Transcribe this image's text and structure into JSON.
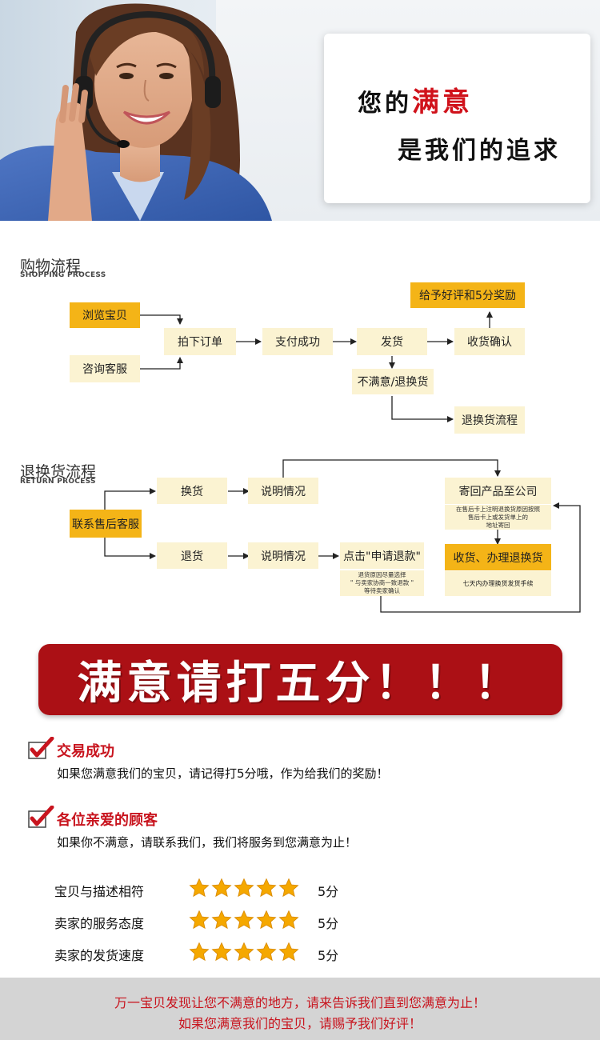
{
  "hero": {
    "line1_part1": "您的",
    "line1_part2": "满意",
    "line2": "是我们的追求"
  },
  "shopping": {
    "title": "购物流程",
    "subtitle": "SHOPPING PROCESS",
    "browse": "浏览宝贝",
    "consult": "咨询客服",
    "order": "拍下订单",
    "pay": "支付成功",
    "ship": "发货",
    "receive": "收货确认",
    "reward": "给予好评和5分奖励",
    "unsatisfied": "不满意/退换货",
    "return_flow": "退换货流程"
  },
  "returns": {
    "title": "退换货流程",
    "subtitle": "RETURN PROCESS",
    "contact": "联系售后客服",
    "exchange": "换货",
    "refund": "退货",
    "explain_a": "说明情况",
    "explain_b": "说明情况",
    "apply_refund": "点击\"申请退款\"",
    "apply_note_1": "退货原因尽量选择",
    "apply_note_2": "\" 与卖家协商一致退款 \"",
    "apply_note_3": "等待卖家确认",
    "send_back": "寄回产品至公司",
    "send_note_1": "在售后卡上注明退换货原因按照",
    "send_note_2": "售后卡上或发货单上的",
    "send_note_3": "地址寄回",
    "receive_handle": "收货、办理退换货",
    "receive_note": "七天内办理换货发货手续"
  },
  "banner": {
    "text": "满意请打五分！！！"
  },
  "notices": [
    {
      "title": "交易成功",
      "text": "如果您满意我们的宝贝，请记得打5分哦，作为给我们的奖励！"
    },
    {
      "title": "各位亲爱的顾客",
      "text": "如果你不满意，请联系我们，我们将服务到您满意为止！"
    }
  ],
  "ratings": [
    {
      "label": "宝贝与描述相符",
      "stars": 5,
      "score": "5分"
    },
    {
      "label": "卖家的服务态度",
      "stars": 5,
      "score": "5分"
    },
    {
      "label": "卖家的发货速度",
      "stars": 5,
      "score": "5分"
    }
  ],
  "footer": {
    "line1": "万一宝贝发现让您不满意的地方，请来告诉我们直到您满意为止！",
    "line2": "如果您满意我们的宝贝，请赐予我们好评！"
  },
  "colors": {
    "accent_red": "#c8141e",
    "banner_red": "#ab1015",
    "box_yellow": "#f4b417",
    "box_cream": "#fbf3d2",
    "star_gold": "#f5a800",
    "footer_gray": "#d4d4d4"
  }
}
